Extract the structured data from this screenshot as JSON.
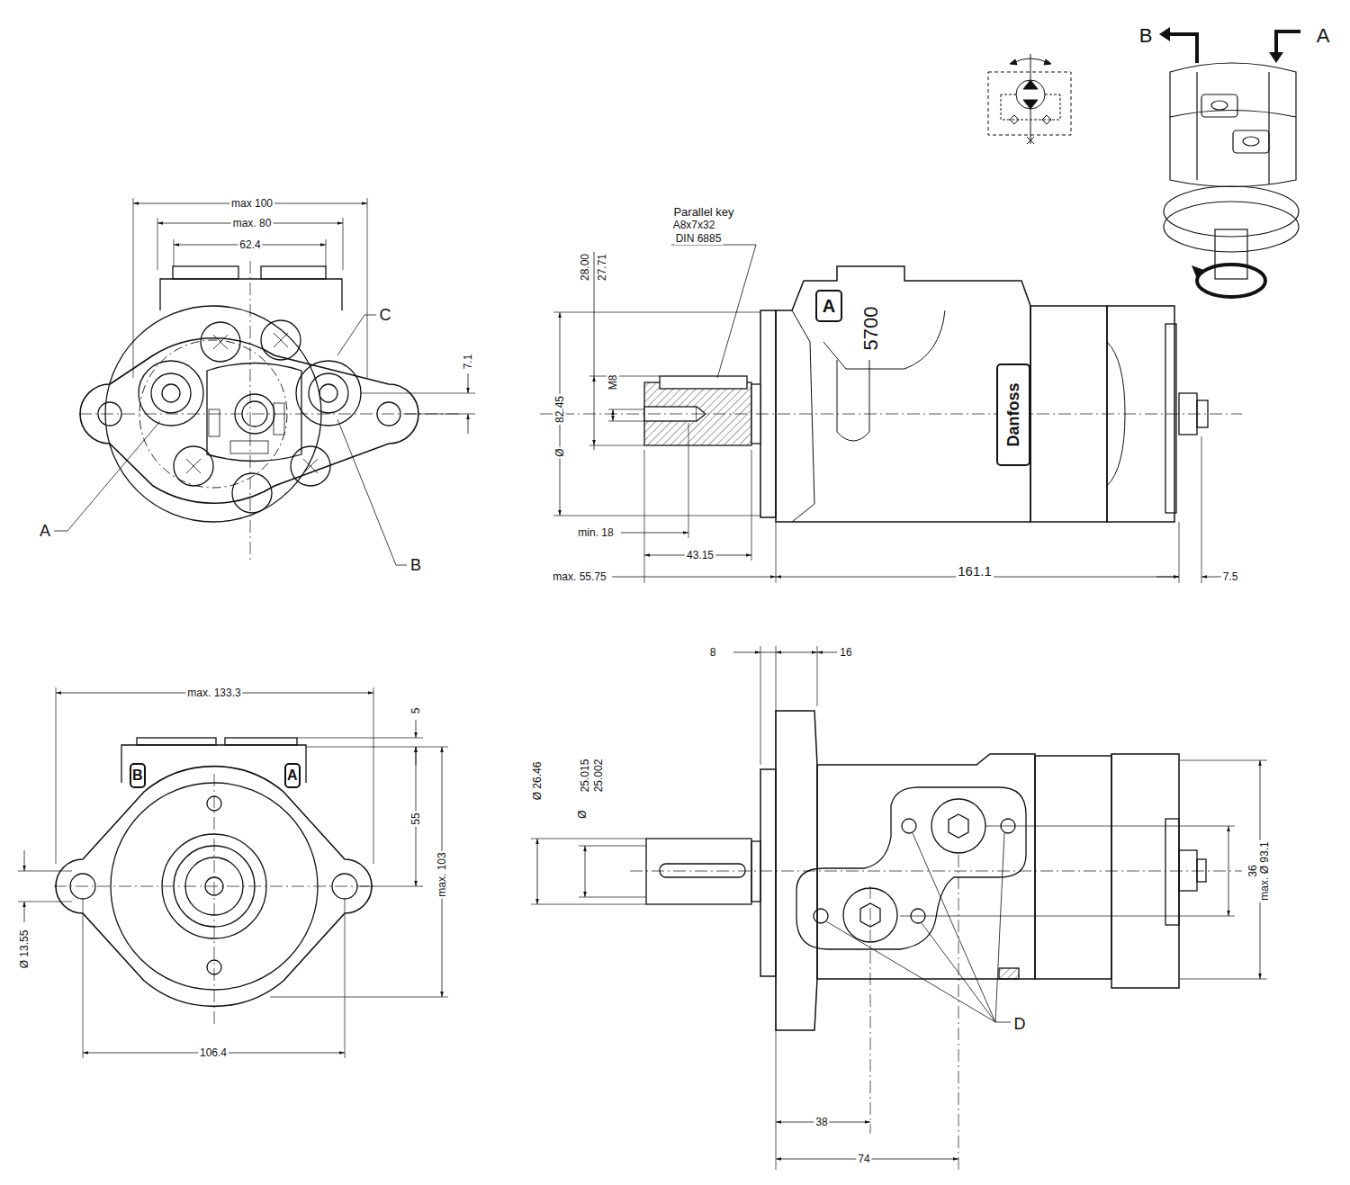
{
  "diagram": {
    "nodes": [
      {
        "text": [
          "A"
        ]
      },
      {
        "text": [
          "Danfoss"
        ]
      },
      {
        "text": [
          "B"
        ]
      },
      {
        "text": [
          "A"
        ]
      }
    ],
    "labels": [
      "max 100",
      "max. 80",
      "62.4",
      "C",
      "7.1",
      "A",
      "B",
      "Parallel key",
      "A8x7x32",
      "DIN 6885",
      "28.00",
      "27.71",
      "M8",
      "82.45",
      "Ø",
      "min. 18",
      "43.15",
      "max. 55.75",
      "161.1",
      "7.5",
      "5700",
      "B",
      "A",
      "max. 133.3",
      "5",
      "55",
      "max. 103",
      "Ø 13.55",
      "106.4",
      "8",
      "16",
      "Ø 26.46",
      "Ø",
      "25.015",
      "25.002",
      "36",
      "max. Ø 93.1",
      "D",
      "38",
      "74"
    ]
  }
}
